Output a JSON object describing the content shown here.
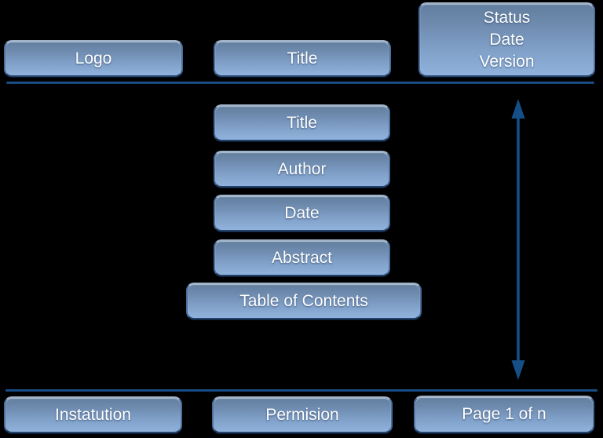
{
  "diagram_title": "document-page-layout-template",
  "colors": {
    "background": "#000000",
    "box_gradient_top": "#617e9e",
    "box_gradient_bottom": "#8fb2dc",
    "box_border": "#4a6d9c",
    "box_border_bottom": "#24436b",
    "line_color": "#164e88",
    "arrow_color": "#164f87",
    "text_color": "#ffffff"
  },
  "header": {
    "logo_label": "Logo",
    "title_label": "Title",
    "status_block": {
      "line1": "Status",
      "line2": "Date",
      "line3": "Version"
    }
  },
  "body": {
    "items": [
      {
        "label": "Title"
      },
      {
        "label": "Author"
      },
      {
        "label": "Date"
      },
      {
        "label": "Abstract"
      },
      {
        "label": "Table of Contents"
      }
    ]
  },
  "footer": {
    "institution_label": "Instatution",
    "permission_label": "Permision",
    "page_label": "Page 1 of n"
  }
}
